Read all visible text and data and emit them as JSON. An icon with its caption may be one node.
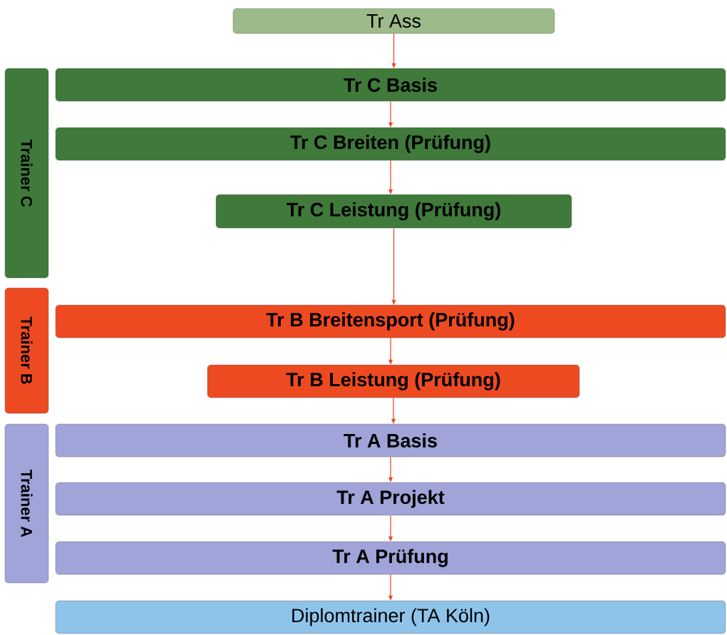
{
  "diagram": {
    "nodes": [
      {
        "text": [
          "Tr Ass"
        ]
      },
      {
        "text": [
          "Trainer C"
        ]
      },
      {
        "text": [
          "Tr C Basis"
        ]
      },
      {
        "text": [
          "Tr C Breiten (Prüfung)"
        ]
      },
      {
        "text": [
          "Tr C Leistung (Prüfung)"
        ]
      },
      {
        "text": [
          "Trainer B"
        ]
      },
      {
        "text": [
          "Tr B Breitensport (Prüfung)"
        ]
      },
      {
        "text": [
          "Tr B Leistung (Prüfung)"
        ]
      },
      {
        "text": [
          "Trainer A"
        ]
      },
      {
        "text": [
          "Tr A Basis"
        ]
      },
      {
        "text": [
          "Tr A Projekt"
        ]
      },
      {
        "text": [
          "Tr A Prüfung"
        ]
      },
      {
        "text": [
          "Diplomtrainer (TA Köln)"
        ]
      }
    ],
    "edges": [
      {
        "from": 0,
        "to": 2,
        "arrow": "to"
      },
      {
        "from": 2,
        "to": 3,
        "arrow": "to"
      },
      {
        "from": 3,
        "to": 4,
        "arrow": "to"
      },
      {
        "from": 4,
        "to": 6,
        "arrow": "to"
      },
      {
        "from": 6,
        "to": 7,
        "arrow": "to"
      },
      {
        "from": 7,
        "to": 9,
        "arrow": "to"
      },
      {
        "from": 9,
        "to": 10,
        "arrow": "to"
      },
      {
        "from": 10,
        "to": 11,
        "arrow": "to"
      },
      {
        "from": 11,
        "to": 12,
        "arrow": "to"
      }
    ]
  }
}
